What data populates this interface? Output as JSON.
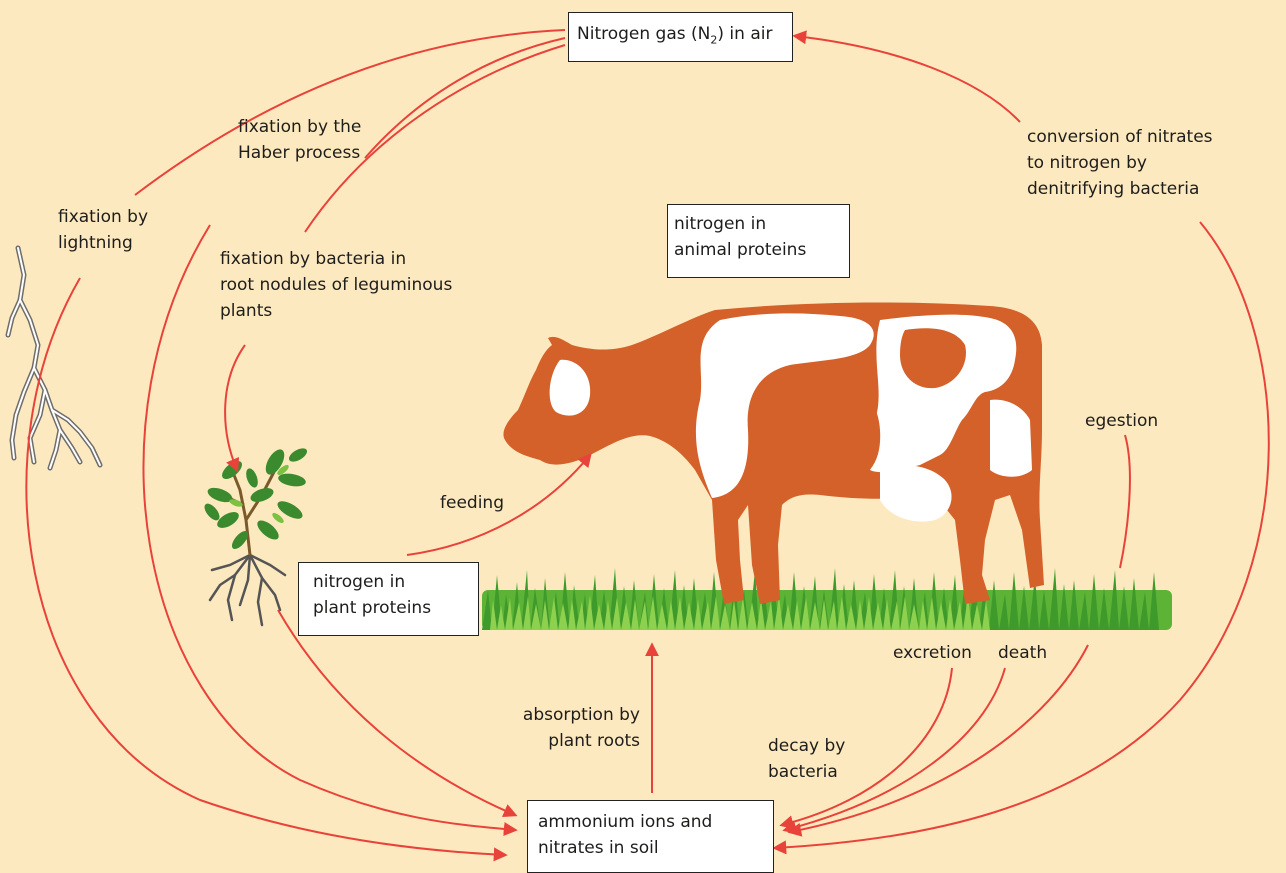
{
  "boxes": {
    "nitrogen_gas": {
      "pre": "Nitrogen gas (N",
      "sub": "2",
      "post": ") in air"
    },
    "animal_proteins": [
      "nitrogen in",
      "animal proteins"
    ],
    "plant_proteins": [
      "nitrogen in",
      "plant proteins"
    ],
    "soil": [
      "ammonium ions and",
      "nitrates in soil"
    ]
  },
  "labels": {
    "haber": [
      "fixation by the",
      "Haber process"
    ],
    "lightning": [
      "fixation by",
      "lightning"
    ],
    "bacteria_nodules": [
      "fixation by bacteria in",
      "root nodules of leguminous",
      "plants"
    ],
    "denitrification": [
      "conversion of nitrates",
      "to nitrogen by",
      "denitrifying bacteria"
    ],
    "feeding": "feeding",
    "egestion": "egestion",
    "excretion": "excretion",
    "death": "death",
    "absorption": [
      "absorption by",
      "plant roots"
    ],
    "decay": [
      "decay by",
      "bacteria"
    ]
  },
  "colors": {
    "background": "#fde9bf",
    "arrow": "#e8433a",
    "cow": "#d4612a",
    "grass": "#4fa82f",
    "plant": "#3c8a2e"
  },
  "icons": [
    "lightning-icon",
    "plant-icon",
    "cow-icon",
    "grass-icon"
  ]
}
